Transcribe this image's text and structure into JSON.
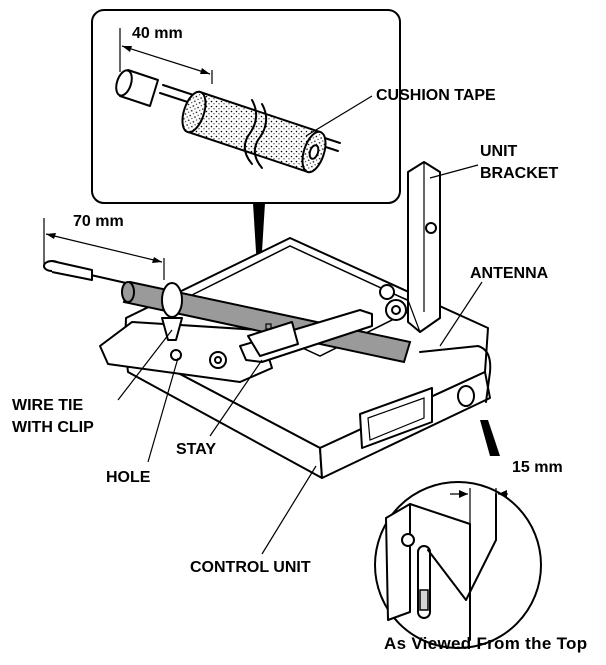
{
  "labels": {
    "dim_40": "40 mm",
    "cushion_tape": "CUSHION TAPE",
    "unit_bracket_1": "UNIT",
    "unit_bracket_2": "BRACKET",
    "dim_70": "70 mm",
    "antenna": "ANTENNA",
    "wire_tie_1": "WIRE TIE",
    "wire_tie_2": "WITH CLIP",
    "stay": "STAY",
    "hole": "HOLE",
    "dim_15": "15 mm",
    "control_unit": "CONTROL UNIT",
    "caption": "As Viewed From the Top"
  }
}
